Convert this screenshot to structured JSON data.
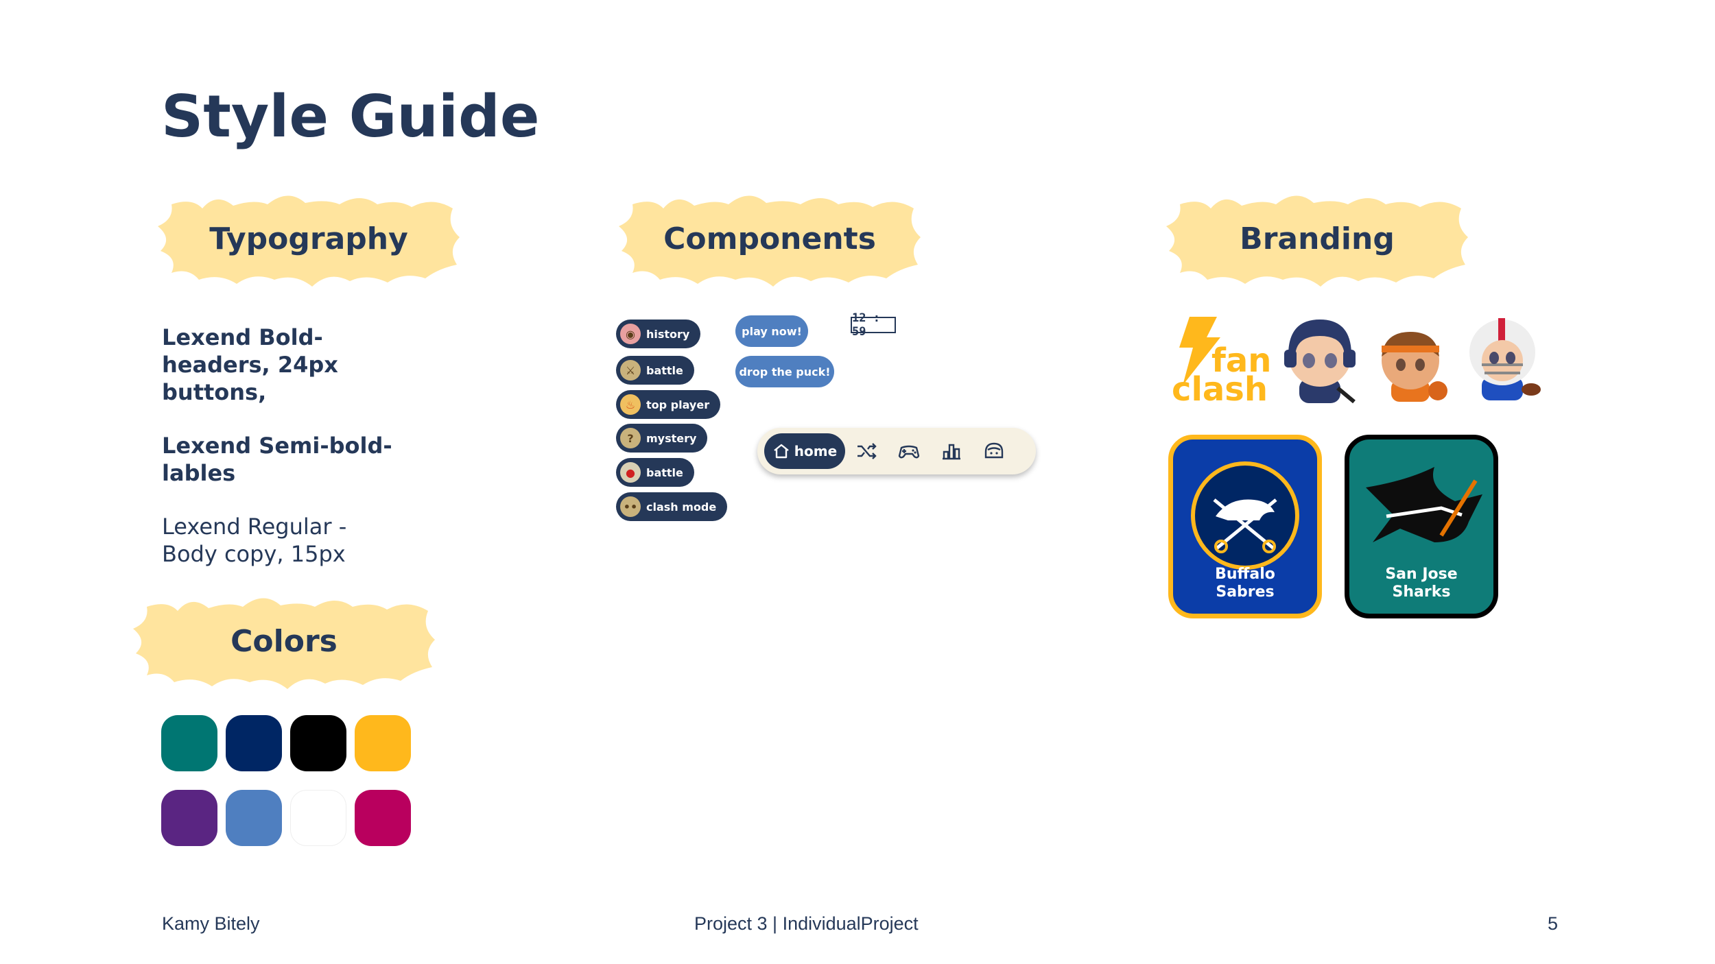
{
  "page": {
    "title": "Style Guide"
  },
  "sections": {
    "typography": "Typography",
    "components": "Components",
    "branding": "Branding",
    "colors": "Colors"
  },
  "typography": {
    "bold_line1": "Lexend Bold-",
    "bold_line2": "headers, 24px",
    "bold_line3": "buttons,",
    "semibold_line1": "Lexend Semi-bold-",
    "semibold_line2": "lables",
    "regular_line1": "Lexend Regular -",
    "regular_line2": "Body copy, 15px"
  },
  "colors": {
    "swatches": [
      "#007672",
      "#002664",
      "#000000",
      "#FFB81C",
      "#5A2582",
      "#4F7FC0",
      "#FFFFFF",
      "#B9005E"
    ]
  },
  "components": {
    "side_menu": [
      {
        "label": "history",
        "icon": "brain-icon"
      },
      {
        "label": "battle",
        "icon": "crossed-swords-icon"
      },
      {
        "label": "top player",
        "icon": "flame-icon"
      },
      {
        "label": "mystery",
        "icon": "question-icon"
      },
      {
        "label": "battle",
        "icon": "boxing-glove-icon"
      },
      {
        "label": "clash mode",
        "icon": "eyes-icon"
      }
    ],
    "buttons": {
      "play_now": "play now!",
      "drop_puck": "drop the puck!"
    },
    "timer": "12 : 59",
    "navbar": {
      "home": "home"
    }
  },
  "branding": {
    "logo_line1": "fan",
    "logo_line2": "clash",
    "teams": [
      {
        "line1": "Buffalo",
        "line2": "Sabres"
      },
      {
        "line1": "San Jose",
        "line2": "Sharks"
      }
    ]
  },
  "footer": {
    "author": "Kamy Bitely",
    "project": "Project 3 | IndividualProject",
    "page_number": "5"
  },
  "theme": {
    "navy": "#253858",
    "splash": "#FFE49E",
    "accent_blue": "#4F7FC0"
  }
}
